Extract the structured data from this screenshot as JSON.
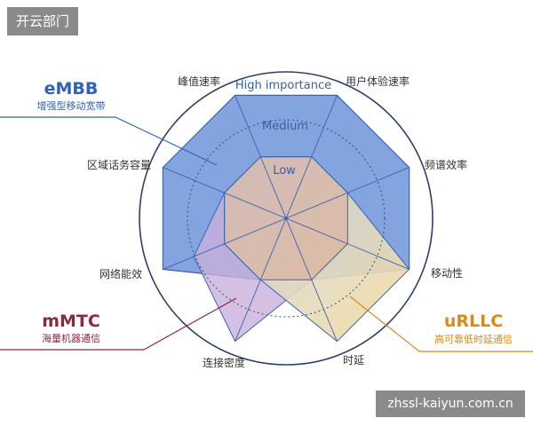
{
  "header": {
    "badge": "开云部门"
  },
  "watermark": "zhssl-kaiyun.com.cn",
  "diagram": {
    "axes": [
      "峰值速率",
      "用户体验速率",
      "频谱效率",
      "移动性",
      "时延",
      "连接密度",
      "网络能效",
      "区域话务容量"
    ],
    "rings": [
      "High importance",
      "Medium",
      "Low"
    ],
    "scenarios": [
      {
        "id": "embb",
        "title": "eMBB",
        "subtitle": "增强型移动宽带",
        "color": "#5b86d6",
        "title_color": "#2e62b8",
        "values": [
          1.0,
          1.0,
          1.0,
          1.0,
          0.5,
          0.5,
          1.0,
          1.0
        ]
      },
      {
        "id": "mmtc",
        "title": "mMTC",
        "subtitle": "海量机器通信",
        "color": "#c9b0dc",
        "title_color": "#8c2a3c",
        "values": [
          0.5,
          0.5,
          0.5,
          0.5,
          0.5,
          1.0,
          0.75,
          0.5
        ]
      },
      {
        "id": "urllc",
        "title": "uRLLC",
        "subtitle": "高可靠低时延通信",
        "color": "#f3dba3",
        "title_color": "#d98a1c",
        "values": [
          0.5,
          0.5,
          0.5,
          1.0,
          1.0,
          0.5,
          0.5,
          0.5
        ]
      }
    ]
  }
}
